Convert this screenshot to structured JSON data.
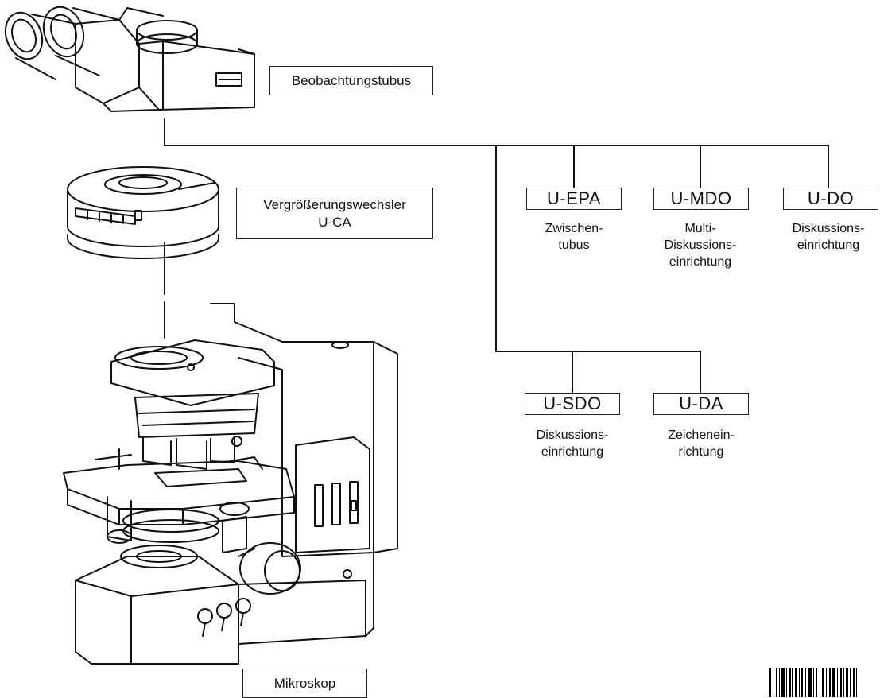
{
  "labels": {
    "observation_tube": "Beobachtungstubus",
    "magnification_changer": [
      "Vergrößerungswechsler",
      "U-CA"
    ],
    "microscope": "Mikroskop"
  },
  "accessories": [
    {
      "code": "U-EPA",
      "desc": [
        "Zwischen-",
        "tubus"
      ]
    },
    {
      "code": "U-MDO",
      "desc": [
        "Multi-",
        "Diskussions-",
        "einrichtung"
      ]
    },
    {
      "code": "U-DO",
      "desc": [
        "Diskussions-",
        "einrichtung"
      ]
    },
    {
      "code": "U-SDO",
      "desc": [
        "Diskussions-",
        "einrichtung"
      ]
    },
    {
      "code": "U-DA",
      "desc": [
        "Zeichenein-",
        "richtung"
      ]
    }
  ]
}
